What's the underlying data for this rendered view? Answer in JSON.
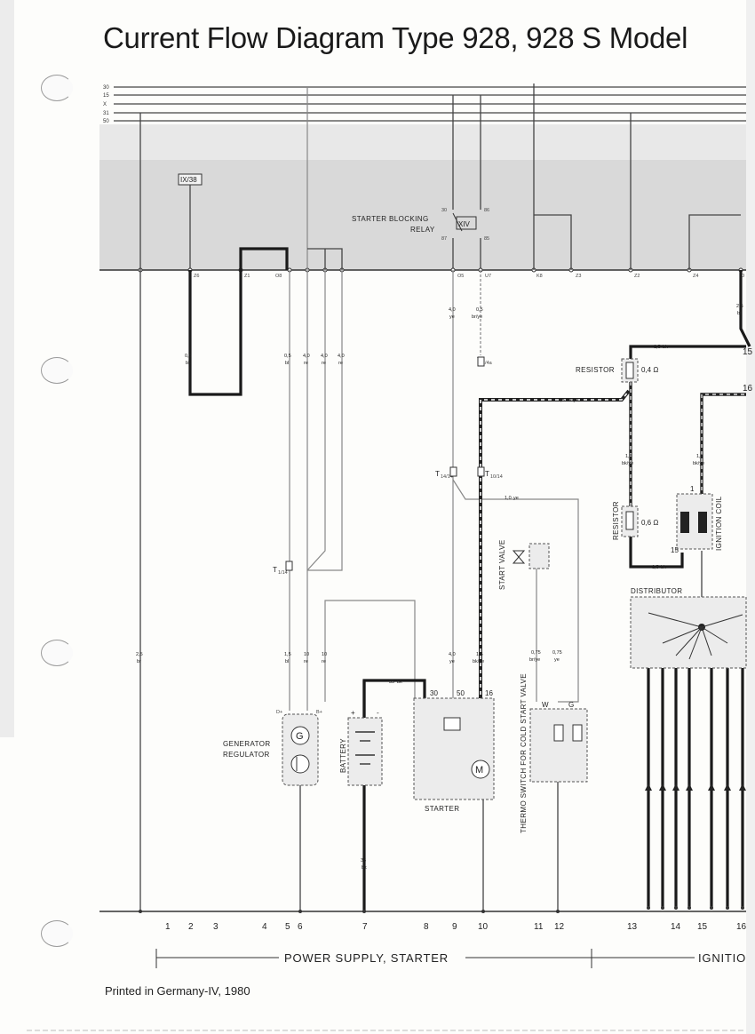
{
  "title": "Current Flow Diagram Type 928, 928 S Model",
  "footer": "Printed in Germany-IV, 1980",
  "bus_lines": [
    "30",
    "15",
    "X",
    "31",
    "50"
  ],
  "relay": {
    "roman": "XIV",
    "label_line1": "STARTER BLOCKING",
    "label_line2": "RELAY",
    "pins": [
      "30",
      "86",
      "87",
      "85"
    ]
  },
  "fuse_ref": "IX/38",
  "connectors": [
    "Z6",
    "Z1",
    "O8",
    "O5",
    "U7",
    "K8",
    "Z3",
    "Z2",
    "Z4",
    "O"
  ],
  "components": {
    "generator_regulator": [
      "GENERATOR",
      "REGULATOR"
    ],
    "generator_terminals": [
      "D+",
      "B+"
    ],
    "generator_symbol": "G",
    "battery": "BATTERY",
    "battery_terminals": [
      "+",
      "-"
    ],
    "starter": "STARTER",
    "starter_terminals": [
      "30",
      "50",
      "16"
    ],
    "motor_symbol": "M",
    "start_valve": "START VALVE",
    "thermo_switch": "THERMO SWITCH FOR COLD START VALVE",
    "thermo_terminals": [
      "W",
      "G"
    ],
    "resistor_label": "RESISTOR",
    "resistor_1_value": "0,4 Ω",
    "resistor_2_value": "0,6 Ω",
    "ignition_coil": "IGNITION COIL",
    "coil_terminals": [
      "1",
      "15"
    ],
    "distributor": "DISTRIBUTOR"
  },
  "wire_labels": [
    {
      "gauge": "0,5",
      "color": "bk"
    },
    {
      "gauge": "0,5",
      "color": "bl"
    },
    {
      "gauge": "4,0",
      "color": "re"
    },
    {
      "gauge": "4,0",
      "color": "re"
    },
    {
      "gauge": "4,0",
      "color": "re"
    },
    {
      "gauge": "4,0",
      "color": "ye"
    },
    {
      "gauge": "0,5",
      "color": "br/ye"
    },
    {
      "gauge": "2,5",
      "color": "br"
    },
    {
      "gauge": "1,5",
      "color": "bk/ye"
    },
    {
      "gauge": "1,5",
      "color": "bk"
    },
    {
      "gauge": "1,5",
      "color": "bk/ye"
    },
    {
      "gauge": "1,5",
      "color": "bk/ye"
    },
    {
      "gauge": "1,5",
      "color": "bk"
    },
    {
      "gauge": "1,0",
      "color": "ye"
    },
    {
      "gauge": "2,5",
      "color": "br"
    },
    {
      "gauge": "1,5",
      "color": "bl"
    },
    {
      "gauge": "10",
      "color": "re"
    },
    {
      "gauge": "10",
      "color": "re"
    },
    {
      "gauge": "4,0",
      "color": "ye"
    },
    {
      "gauge": "1,5",
      "color": "bk/ye"
    },
    {
      "gauge": "0,75",
      "color": "br/ye"
    },
    {
      "gauge": "0,75",
      "color": "ye"
    },
    {
      "gauge": "35",
      "color": "bk"
    },
    {
      "gauge": "35",
      "color": "bk"
    }
  ],
  "connector_tags": [
    {
      "main": "T",
      "sub": "1/4a"
    },
    {
      "main": "T",
      "sub": "14/14"
    },
    {
      "main": "T",
      "sub": "10/14"
    },
    {
      "main": "T",
      "sub": "1/14"
    }
  ],
  "right_wire_numbers": [
    "15",
    "16"
  ],
  "column_numbers": [
    "1",
    "2",
    "3",
    "4",
    "5",
    "6",
    "7",
    "8",
    "9",
    "10",
    "11",
    "12",
    "13",
    "14",
    "15",
    "16"
  ],
  "sections": [
    "POWER SUPPLY, STARTER",
    "IGNITIO"
  ]
}
